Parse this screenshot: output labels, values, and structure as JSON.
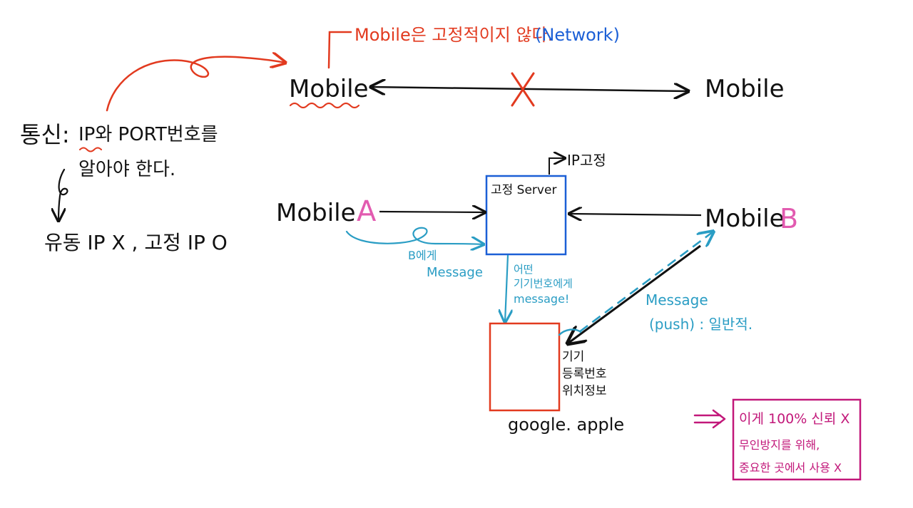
{
  "colors": {
    "ink": "#111111",
    "red": "#e23a1f",
    "blue": "#1b5fd6",
    "teal": "#2a9dc4",
    "pink": "#e25bb0",
    "magenta": "#c2187a"
  },
  "top": {
    "note_red": "Mobile은 고정적이지 않다.",
    "note_blue": "(Network)",
    "mobile_left": "Mobile",
    "mobile_right": "Mobile"
  },
  "left": {
    "comm_label": "통신:",
    "comm_text": "IP와 PORT번호를",
    "comm_text2": "알아야 한다.",
    "result": "유동 IP X , 고정 IP O"
  },
  "middle": {
    "ip_fixed": "IP고정",
    "server_label": "고정 Server",
    "mobile_a": "Mobile",
    "mobile_a_letter": "A",
    "mobile_b": "Mobile",
    "mobile_b_letter": "B",
    "msg_b_line1": "B에게",
    "msg_b_line2": "Message",
    "down_line1": "어떤",
    "down_line2": "기기번호에게",
    "down_line3": "message!",
    "push_line1": "Message",
    "push_line2": "(push) : 일반적.",
    "box_line1": "기기",
    "box_line2": "등록번호",
    "box_line3": "위치정보",
    "google_apple": "google. apple"
  },
  "note_box": {
    "line1": "이게 100% 신뢰 X",
    "line2": "무인방지를 위해,",
    "line3": "중요한 곳에서  사용 X"
  }
}
